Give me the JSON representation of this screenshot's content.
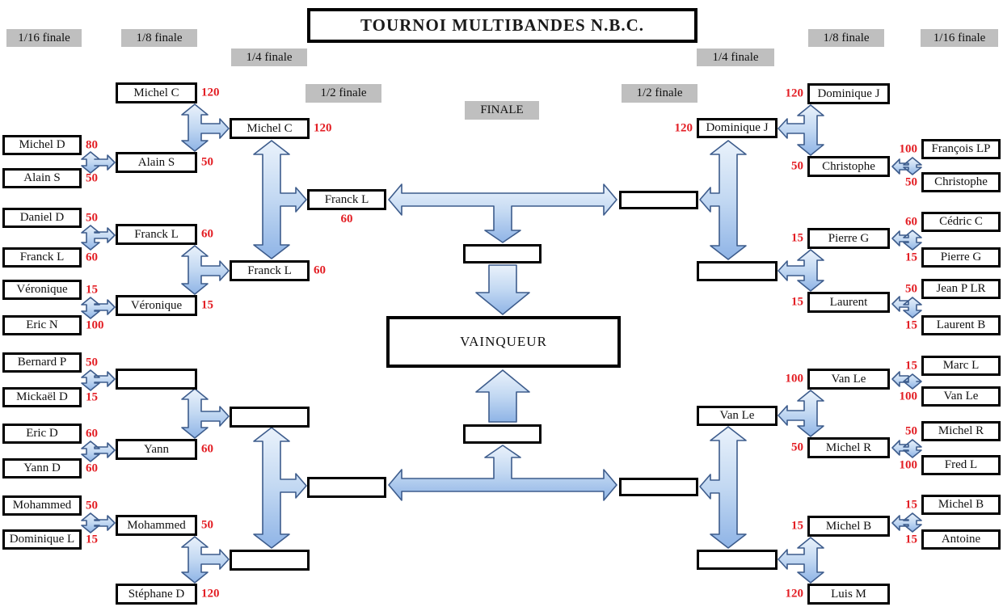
{
  "title": "TOURNOI MULTIBANDES N.B.C.",
  "winner_label": "VAINQUEUR",
  "round_labels": {
    "left_16": "1/16 finale",
    "left_8": "1/8 finale",
    "left_4": "1/4 finale",
    "left_2": "1/2 finale",
    "finale": "FINALE",
    "right_2": "1/2 finale",
    "right_4": "1/4 finale",
    "right_8": "1/8 finale",
    "right_16": "1/16 finale"
  },
  "colors": {
    "score_red": "#e31e24",
    "label_bg": "#bfbfbf",
    "box_border": "#000000",
    "arrow_fill_light": "#eaf2fb",
    "arrow_fill_mid": "#c2d8f2",
    "arrow_fill_dark": "#8fb4e6",
    "arrow_outline": "#3d5c8c"
  },
  "bracket": {
    "left": {
      "r16": [
        {
          "name": "Michel D",
          "score": "80"
        },
        {
          "name": "Alain S",
          "score": "50"
        },
        {
          "name": "Daniel D",
          "score": "50"
        },
        {
          "name": "Franck L",
          "score": "60"
        },
        {
          "name": "Véronique",
          "score": "15"
        },
        {
          "name": "Eric N",
          "score": "100"
        },
        {
          "name": "Bernard P",
          "score": "50"
        },
        {
          "name": "Mickaël D",
          "score": "15"
        },
        {
          "name": "Eric D",
          "score": "60"
        },
        {
          "name": "Yann D",
          "score": "60"
        },
        {
          "name": "Mohammed",
          "score": "50"
        },
        {
          "name": "Dominique L",
          "score": "15"
        }
      ],
      "r8": [
        {
          "name": "Michel C",
          "score": "120"
        },
        {
          "name": "Alain S",
          "score": "50"
        },
        {
          "name": "Franck L",
          "score": "60"
        },
        {
          "name": "Véronique",
          "score": "15"
        },
        {
          "name": "",
          "score": ""
        },
        {
          "name": "Yann",
          "score": "60"
        },
        {
          "name": "Mohammed",
          "score": "50"
        },
        {
          "name": "Stéphane D",
          "score": "120"
        }
      ],
      "r4": [
        {
          "name": "Michel C",
          "score": "120"
        },
        {
          "name": "Franck L",
          "score": "60"
        },
        {
          "name": "",
          "score": ""
        },
        {
          "name": "",
          "score": ""
        }
      ],
      "r2": [
        {
          "name": "Franck L",
          "score": "60"
        },
        {
          "name": "",
          "score": ""
        }
      ]
    },
    "right": {
      "r16": [
        {
          "name": "François LP",
          "score": "100"
        },
        {
          "name": "Christophe",
          "score": "50"
        },
        {
          "name": "Cédric C",
          "score": "60"
        },
        {
          "name": "Pierre G",
          "score": "15"
        },
        {
          "name": "Jean P LR",
          "score": "50"
        },
        {
          "name": "Laurent B",
          "score": "15"
        },
        {
          "name": "Marc L",
          "score": "15"
        },
        {
          "name": "Van Le",
          "score": "100"
        },
        {
          "name": "Michel R",
          "score": "50"
        },
        {
          "name": "Fred L",
          "score": "100"
        },
        {
          "name": "Michel B",
          "score": "15"
        },
        {
          "name": "Antoine",
          "score": "15"
        }
      ],
      "r8": [
        {
          "name": "Dominique J",
          "score": "120"
        },
        {
          "name": "Christophe",
          "score": "50"
        },
        {
          "name": "Pierre G",
          "score": "15"
        },
        {
          "name": "Laurent",
          "score": "15"
        },
        {
          "name": "Van Le",
          "score": "100"
        },
        {
          "name": "Michel R",
          "score": "50"
        },
        {
          "name": "Michel B",
          "score": "15"
        },
        {
          "name": "Luis M",
          "score": "120"
        }
      ],
      "r4": [
        {
          "name": "Dominique J",
          "score": "120"
        },
        {
          "name": "",
          "score": ""
        },
        {
          "name": "Van Le",
          "score": ""
        },
        {
          "name": "",
          "score": ""
        }
      ],
      "r2": [
        {
          "name": "",
          "score": ""
        },
        {
          "name": "",
          "score": ""
        }
      ]
    },
    "final_slots": [
      {
        "name": "",
        "score": ""
      },
      {
        "name": "",
        "score": ""
      }
    ]
  }
}
